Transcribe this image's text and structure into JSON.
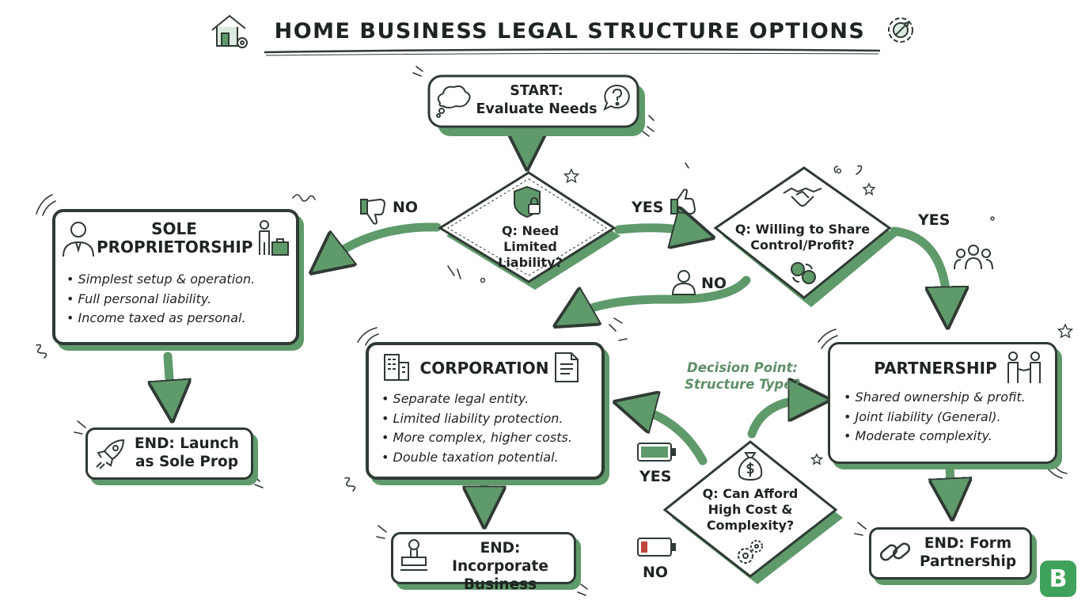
{
  "title": "HOME BUSINESS LEGAL STRUCTURE OPTIONS",
  "colors": {
    "accent": "#5f9a6b",
    "ink": "#2f3a33",
    "decision_text": "#5f8f69",
    "brand": "#3fa25a"
  },
  "start": {
    "line1": "START:",
    "line2": "Evaluate Needs"
  },
  "q_liability": {
    "line1": "Q: Need Limited",
    "line2": "Liability?"
  },
  "q_share": {
    "line1": "Q: Willing to Share",
    "line2": "Control/Profit?"
  },
  "q_afford": {
    "line1": "Q: Can Afford",
    "line2": "High Cost &",
    "line3": "Complexity?"
  },
  "sole_prop": {
    "title_line1": "SOLE",
    "title_line2": "PROPRIETORSHIP",
    "bullets": [
      "Simplest setup & operation.",
      "Full personal liability.",
      "Income taxed as personal."
    ]
  },
  "corporation": {
    "title": "CORPORATION",
    "bullets": [
      "Separate legal entity.",
      "Limited liability protection.",
      "More complex, higher costs.",
      "Double taxation potential."
    ]
  },
  "partnership": {
    "title": "PARTNERSHIP",
    "bullets": [
      "Shared ownership & profit.",
      "Joint liability (General).",
      "Moderate complexity."
    ]
  },
  "end_sole": {
    "line1": "END: Launch",
    "line2": "as Sole Prop"
  },
  "end_corp": {
    "line1": "END: Incorporate",
    "line2": "Business"
  },
  "end_partner": {
    "line1": "END: Form",
    "line2": "Partnership"
  },
  "labels": {
    "no_liability": "NO",
    "yes_liability": "YES",
    "yes_share": "YES",
    "no_share": "NO",
    "yes_afford": "YES",
    "no_afford": "NO"
  },
  "decision_point": {
    "line1": "Decision Point:",
    "line2": "Structure Type?"
  },
  "brand_letter": "B",
  "icons": [
    "house-gear-icon",
    "gear-wrench-icon",
    "thought-cloud-icon",
    "question-bubble-icon",
    "shield-lock-icon",
    "thumbs-down-icon",
    "thumbs-up-icon",
    "handshake-icon",
    "coins-icon",
    "person-icon",
    "group-icon",
    "businessman-icon",
    "briefcase-person-icon",
    "building-icon",
    "document-icon",
    "money-bag-icon",
    "gears-icon",
    "battery-full-icon",
    "battery-low-icon",
    "partners-icon",
    "rocket-icon",
    "stamp-icon",
    "chain-link-icon"
  ]
}
